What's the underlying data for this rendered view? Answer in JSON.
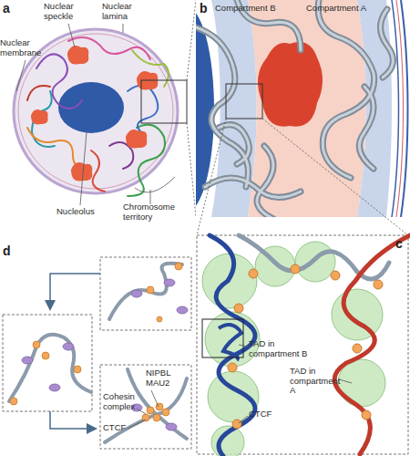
{
  "diagram": {
    "labels": [
      "a",
      "Nuclear speckle",
      "Nuclear lamina",
      "Nuclear membrane",
      "Nucleolus",
      "Chromosome territory",
      "b",
      "Compartment B",
      "Compartment A",
      "d",
      "c",
      "NIPBL MAU2",
      "TAD in compartment B",
      "TAD in compartment A",
      "Cohesin complex",
      "CTCF",
      "CTCF"
    ]
  }
}
